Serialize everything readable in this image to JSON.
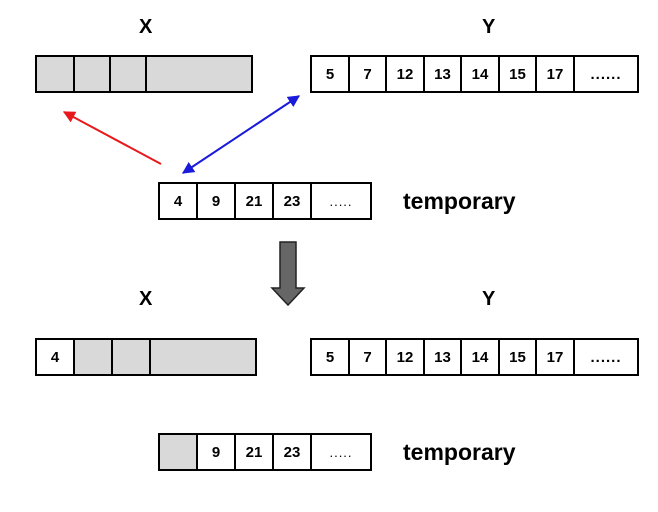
{
  "top": {
    "x_label": "X",
    "y_label": "Y",
    "x_cells": [
      "",
      "",
      "",
      ""
    ],
    "y_cells": [
      "5",
      "7",
      "12",
      "13",
      "14",
      "15",
      "17",
      "......"
    ],
    "temp_cells": [
      "4",
      "9",
      "21",
      "23",
      "....."
    ],
    "temp_label": "temporary"
  },
  "bottom": {
    "x_label": "X",
    "y_label": "Y",
    "x_cells": [
      "4",
      "",
      "",
      ""
    ],
    "y_cells": [
      "5",
      "7",
      "12",
      "13",
      "14",
      "15",
      "17",
      "......"
    ],
    "temp_cells": [
      "",
      "9",
      "21",
      "23",
      "....."
    ],
    "temp_label": "temporary"
  },
  "colors": {
    "empty_cell": "#d9d9d9",
    "red_arrow": "#e8191c",
    "blue_arrow": "#1a1adb",
    "down_arrow": "#666666"
  }
}
